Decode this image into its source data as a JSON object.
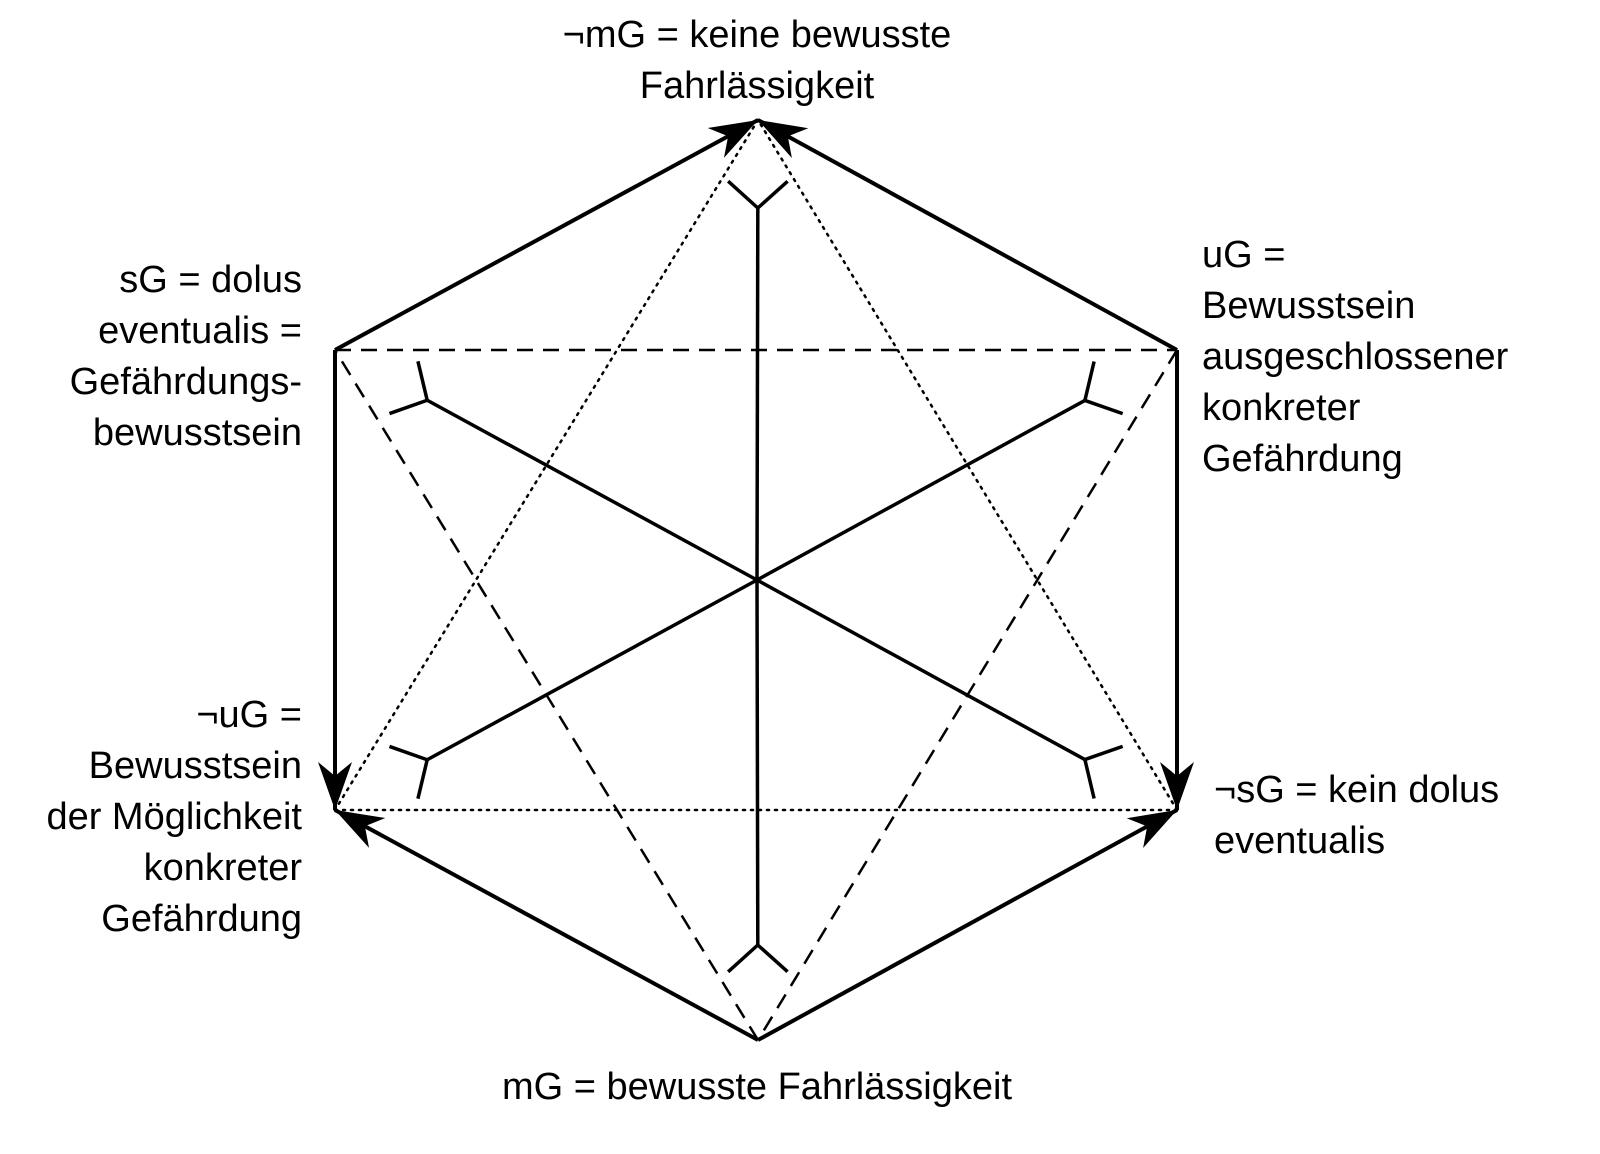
{
  "labels": {
    "top": [
      "¬mG = keine bewusste",
      "Fahrlässigkeit"
    ],
    "upper_left": [
      "sG = dolus",
      "eventualis =",
      "Gefährdungs-",
      "bewusstsein"
    ],
    "upper_right": [
      "uG =",
      "Bewusstsein",
      "ausgeschlossener",
      "konkreter",
      "Gefährdung"
    ],
    "lower_left": [
      "¬uG =",
      "Bewusstsein",
      "der Möglichkeit",
      "konkreter",
      "Gefährdung"
    ],
    "lower_right": [
      "¬sG = kein dolus",
      "eventualis"
    ],
    "bottom": [
      "mG = bewusste Fahrlässigkeit"
    ]
  },
  "colors": {
    "stroke": "#000000",
    "background": "#ffffff"
  }
}
